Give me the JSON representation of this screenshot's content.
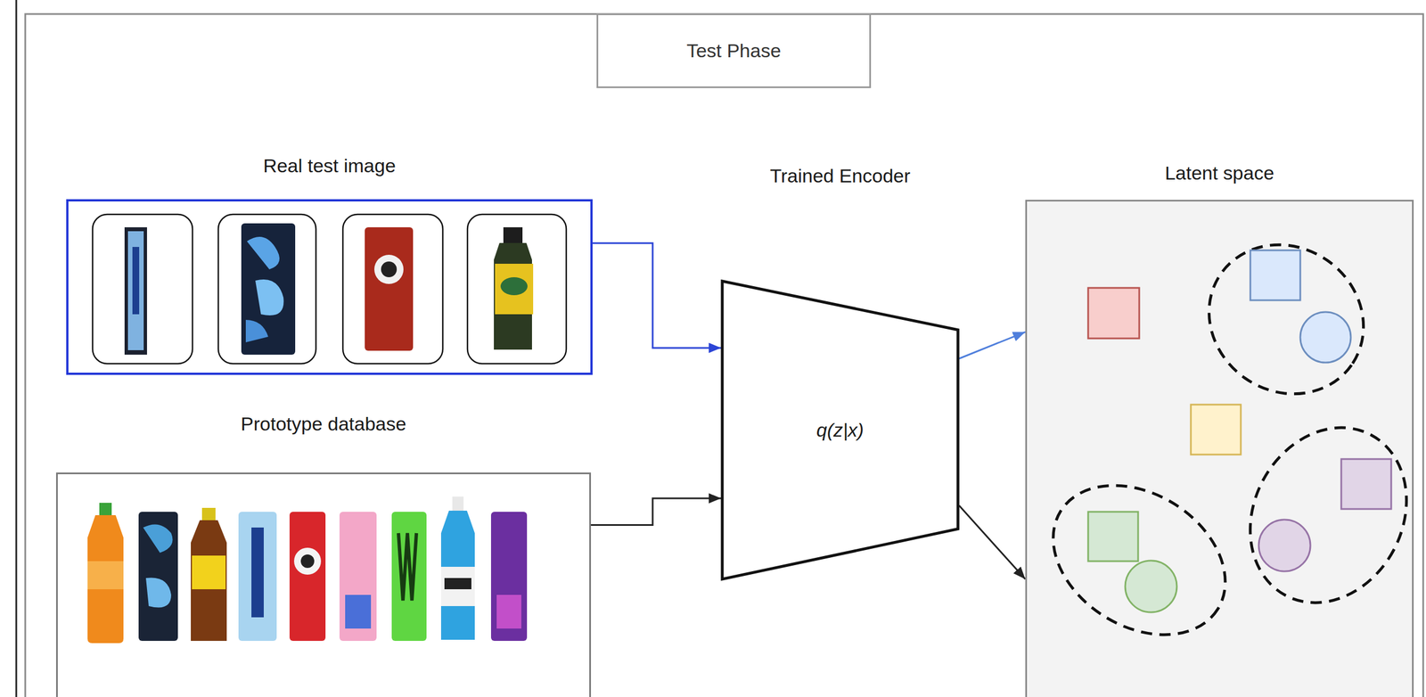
{
  "diagram": {
    "nodes": [
      {
        "text": [
          "Test Phase"
        ]
      },
      {
        "text": [
          "Real test image"
        ]
      },
      {
        "text": [
          "Prototype database"
        ]
      },
      {
        "text": [
          "Trained Encoder",
          "q(z|x)"
        ]
      },
      {
        "text": [
          "Latent space"
        ]
      }
    ],
    "edges": [
      {
        "from": 1,
        "to": 3,
        "arrow": "to"
      },
      {
        "from": 2,
        "to": 3,
        "arrow": "to"
      },
      {
        "from": 3,
        "to": 4,
        "arrow": "to"
      },
      {
        "from": 3,
        "to": 4,
        "arrow": "to"
      }
    ]
  }
}
